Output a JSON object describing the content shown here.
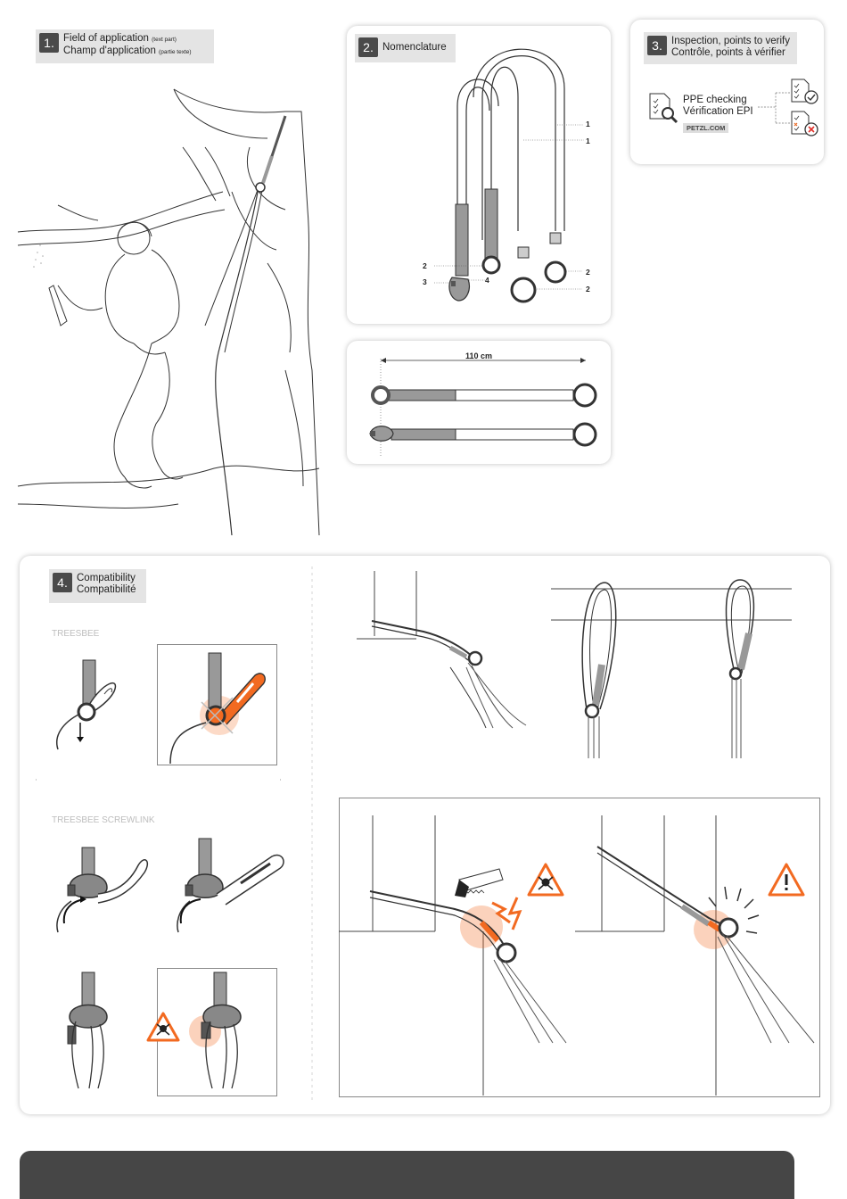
{
  "section1": {
    "number": "1.",
    "title_en": "Field of application",
    "title_en_note": "(text part)",
    "title_fr": "Champ d'application",
    "title_fr_note": "(partie texte)"
  },
  "section2": {
    "number": "2.",
    "title": "Nomenclature",
    "labels": [
      "1",
      "1",
      "2",
      "3",
      "4",
      "2",
      "2"
    ]
  },
  "section3": {
    "number": "3.",
    "title_en": "Inspection, points to verify",
    "title_fr": "Contrôle, points à vérifier",
    "ppe_en": "PPE checking",
    "ppe_fr": "Vérification EPI",
    "website": "PETZL.COM"
  },
  "length": {
    "label": "110 cm"
  },
  "section4": {
    "number": "4.",
    "title_en": "Compatibility",
    "title_fr": "Compatibilité",
    "sub1": "TREESBEE",
    "sub2": "TREESBEE SCREWLINK"
  },
  "colors": {
    "accent": "#f26a21",
    "grey_sleeve": "#999999",
    "footer": "#464646"
  }
}
